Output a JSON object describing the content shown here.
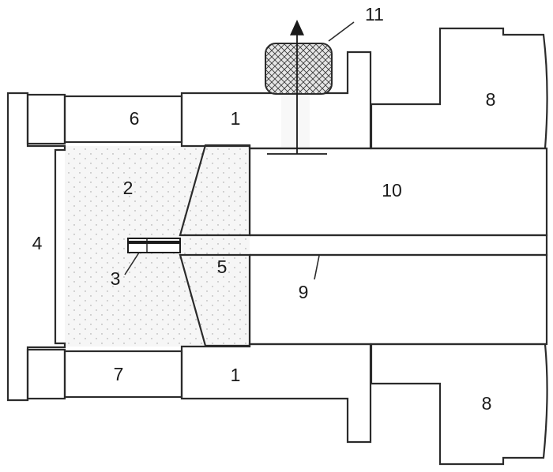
{
  "labels": {
    "p1_top": "1",
    "p1_bottom": "1",
    "p2": "2",
    "p3": "3",
    "p4": "4",
    "p5": "5",
    "p6": "6",
    "p7": "7",
    "p8_top": "8",
    "p8_bottom": "8",
    "p9": "9",
    "p10": "10",
    "p11": "11"
  },
  "colors": {
    "line": "#2b2b2b",
    "hatch": "#8a8a8a",
    "fill": "#f2f2f2",
    "dots": "#9a9a9a",
    "dash": "#7a7a7a",
    "crosshatch": "#3a3a3a"
  }
}
